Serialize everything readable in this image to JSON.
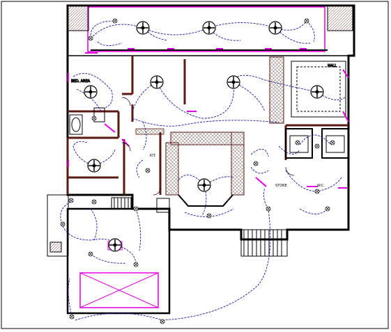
{
  "drawing": {
    "colors": {
      "wall": "#000000",
      "partition": "#5a1a12",
      "circuit": "#1a1aa8",
      "fixture": "#e000e0",
      "hatch": "#8a6a60"
    },
    "room_labels": {
      "bedroom_left": "BED. AREA",
      "hall_right": "HALL",
      "toilet": "W.C.",
      "store": "STORE",
      "kitchen": "KIT."
    },
    "symbols": [
      "ceiling-fan-icon",
      "light-point-icon",
      "switchboard-icon",
      "staircase-icon"
    ]
  }
}
